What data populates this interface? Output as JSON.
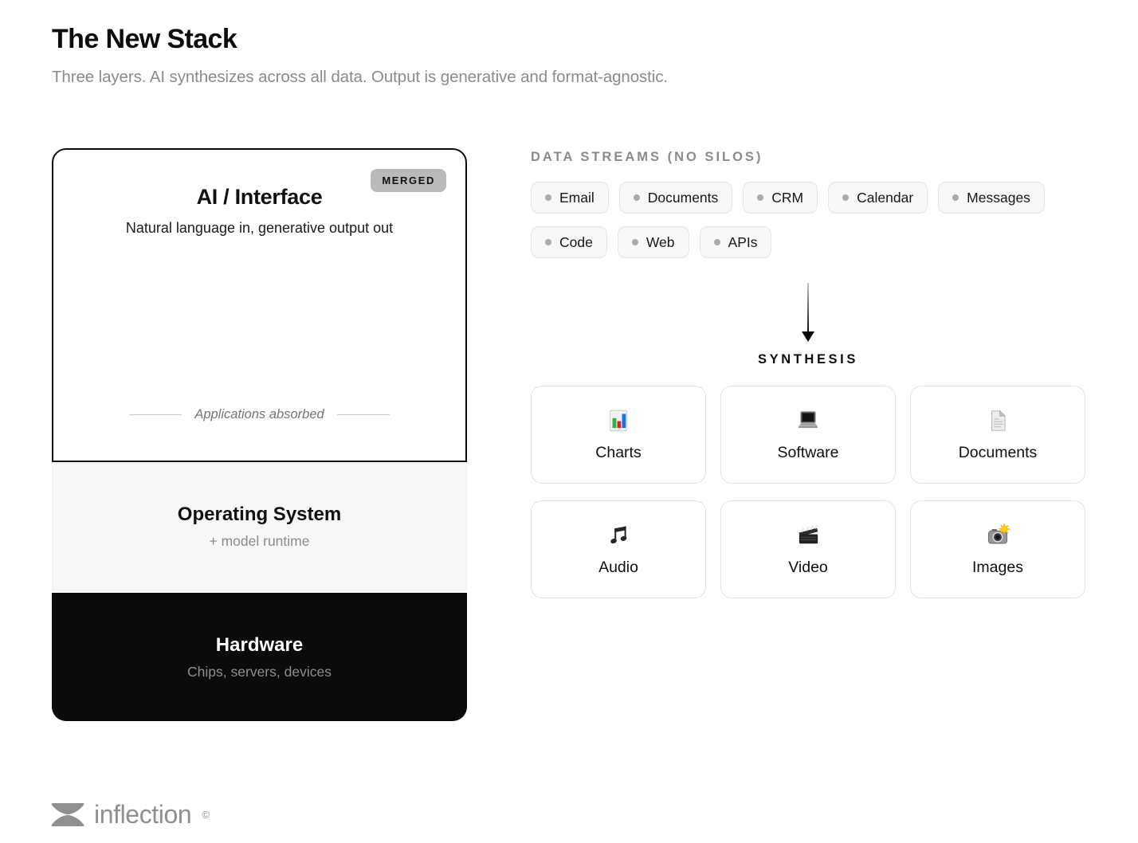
{
  "page": {
    "title": "The New Stack",
    "subtitle": "Three layers. AI synthesizes across all data. Output is generative and format-agnostic."
  },
  "stack": {
    "layers": [
      {
        "title": "AI / Interface",
        "subtitle": "Natural language in, generative output out",
        "badge": "MERGED",
        "note": "Applications absorbed"
      },
      {
        "title": "Operating System",
        "subtitle": "+ model runtime"
      },
      {
        "title": "Hardware",
        "subtitle": "Chips, servers, devices"
      }
    ]
  },
  "data_streams": {
    "heading": "DATA STREAMS (NO SILOS)",
    "items": [
      "Email",
      "Documents",
      "CRM",
      "Calendar",
      "Messages",
      "Code",
      "Web",
      "APIs"
    ]
  },
  "synthesis": {
    "label": "SYNTHESIS",
    "cards": [
      {
        "icon": "bar-chart-icon",
        "label": "Charts"
      },
      {
        "icon": "laptop-icon",
        "label": "Software"
      },
      {
        "icon": "document-icon",
        "label": "Documents"
      },
      {
        "icon": "music-note-icon",
        "label": "Audio"
      },
      {
        "icon": "clapperboard-icon",
        "label": "Video"
      },
      {
        "icon": "camera-flash-icon",
        "label": "Images"
      }
    ]
  },
  "footer": {
    "brand": "inflection",
    "trademark": "©"
  },
  "colors": {
    "badge_bg": "#b6bdb4",
    "hardware_bg": "#0b0b0b",
    "muted_gray": "#8b8b8b",
    "pill_bg": "#f8f8f7",
    "os_bg": "#f7f7f6"
  }
}
